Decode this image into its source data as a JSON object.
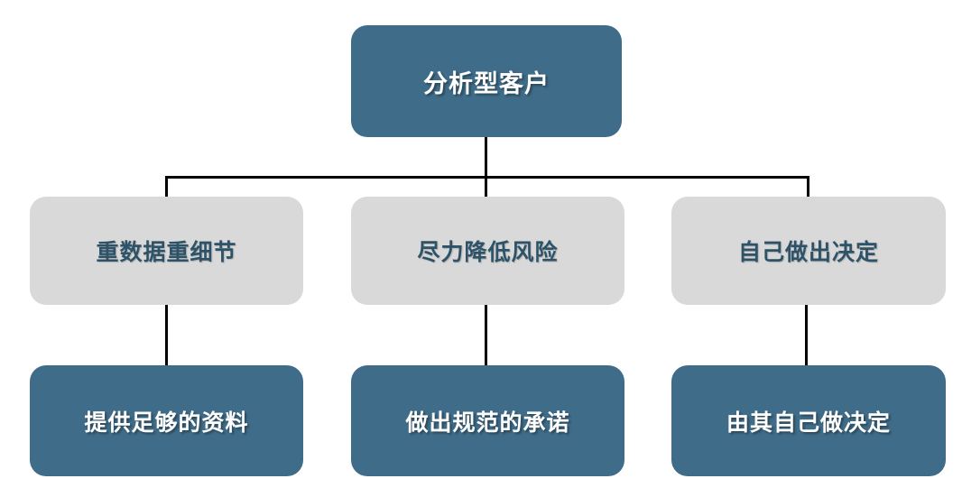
{
  "diagram": {
    "title_node": {
      "label": "分析型客户"
    },
    "branches": [
      {
        "trait": "重数据重细节",
        "action": "提供足够的资料"
      },
      {
        "trait": "尽力降低风险",
        "action": "做出规范的承诺"
      },
      {
        "trait": "自己做出决定",
        "action": "由其自己做决定"
      }
    ],
    "colors": {
      "primary_fill": "#3f6c88",
      "secondary_fill": "#d9d9d9",
      "text_on_primary": "#ffffff",
      "text_on_secondary": "#2e5368",
      "connector": "#000000",
      "background": "#ffffff"
    }
  }
}
